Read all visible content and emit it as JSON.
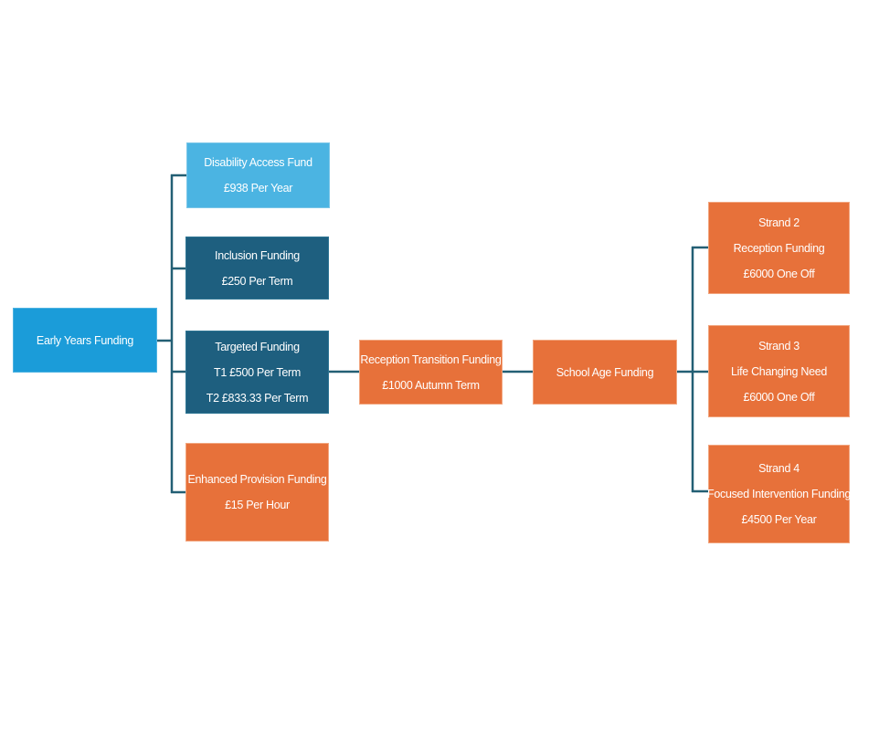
{
  "diagram_type": "funding-flowchart",
  "colors": {
    "background": "#FFFFFF",
    "bright_blue": "#1B9CD9",
    "bright_blue_border": "#4FB3E2",
    "light_blue": "#4BB4E2",
    "light_blue_border": "#7AC6E8",
    "dark_teal": "#1E5F7F",
    "dark_teal_border": "#2F7694",
    "orange": "#E7713A",
    "orange_border": "#F2A67F",
    "connector": "#235F74"
  },
  "nodes": {
    "early_years": {
      "color": "bright_blue",
      "lines": [
        "Early Years Funding"
      ]
    },
    "disability_access": {
      "color": "light_blue",
      "lines": [
        "Disability Access Fund",
        "£938 Per Year"
      ]
    },
    "inclusion": {
      "color": "dark_teal",
      "lines": [
        "Inclusion Funding",
        "£250 Per Term"
      ]
    },
    "targeted": {
      "color": "dark_teal",
      "lines": [
        "Targeted Funding",
        "T1 £500 Per Term",
        "T2 £833.33 Per Term"
      ]
    },
    "enhanced_provision": {
      "color": "orange",
      "lines": [
        "Enhanced Provision Funding",
        "£15 Per Hour"
      ]
    },
    "reception_transition": {
      "color": "orange",
      "lines": [
        "Reception Transition Funding",
        "£1000 Autumn Term"
      ]
    },
    "school_age": {
      "color": "orange",
      "lines": [
        "School Age Funding"
      ]
    },
    "strand_2": {
      "color": "orange",
      "lines": [
        "Strand 2",
        "Reception Funding",
        "£6000 One Off"
      ]
    },
    "strand_3": {
      "color": "orange",
      "lines": [
        "Strand 3",
        "Life Changing Need",
        "£6000 One Off"
      ]
    },
    "strand_4": {
      "color": "orange",
      "lines": [
        "Strand 4",
        "Focused Intervention Funding",
        "£4500 Per Year"
      ]
    }
  },
  "edges": [
    "early_years -> disability_access",
    "early_years -> inclusion",
    "early_years -> targeted",
    "early_years -> enhanced_provision",
    "targeted -> reception_transition",
    "reception_transition -> school_age",
    "school_age -> strand_2",
    "school_age -> strand_3",
    "school_age -> strand_4"
  ]
}
